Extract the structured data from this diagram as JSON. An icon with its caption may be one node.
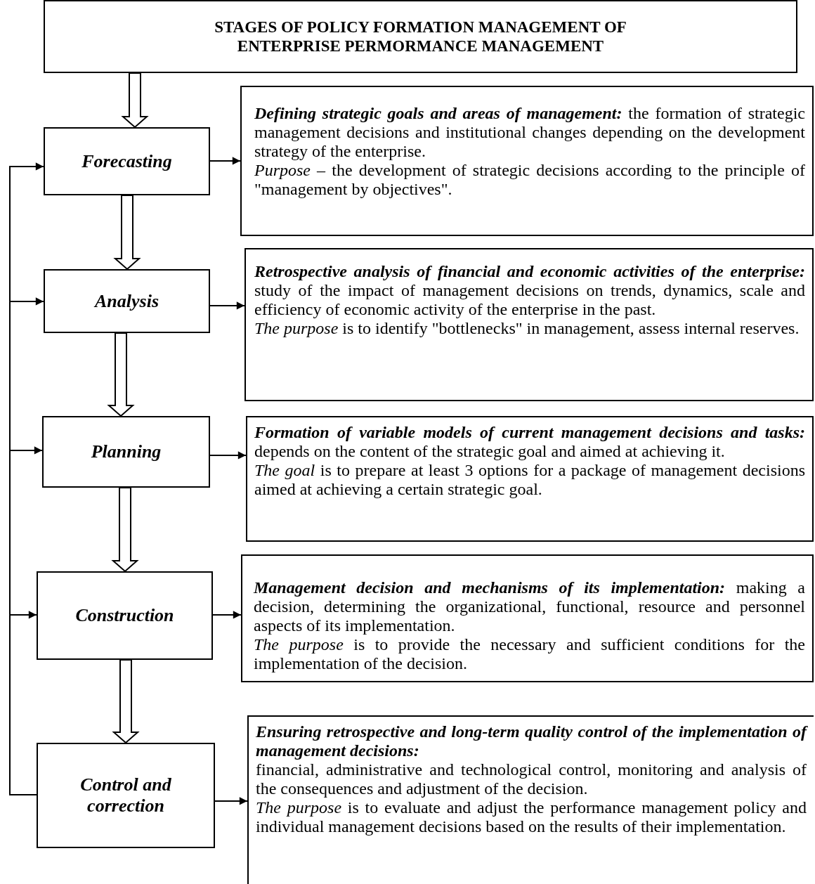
{
  "diagram": {
    "nodes": [
      {
        "text": [
          "STAGES OF POLICY FORMATION MANAGEMENT OF ENTERPRISE PERMORMANCE MANAGEMENT"
        ]
      },
      {
        "text": [
          "Forecasting"
        ]
      },
      {
        "text": [
          "**Defining strategic goals and areas of management:** the formation of strategic management decisions and institutional changes depending on the development strategy of the enterprise.",
          "*Purpose* – the development of strategic decisions according to the principle of \"management by objectives\"."
        ]
      },
      {
        "text": [
          "Analysis"
        ]
      },
      {
        "text": [
          "**Retrospective analysis of financial and economic activities of the enterprise:** study of the impact of management decisions on trends, dynamics, scale and efficiency of economic activity of the enterprise in the past.",
          "*The purpose* is to identify \"bottlenecks\" in management, assess internal reserves."
        ]
      },
      {
        "text": [
          "Planning"
        ]
      },
      {
        "text": [
          "**Formation of variable models of current management decisions and tasks:** depends on the content of the strategic goal and aimed at achieving it.",
          "*The goal* is to prepare at least 3 options for a package of management decisions aimed at achieving a certain strategic goal."
        ]
      },
      {
        "text": [
          "Construction"
        ]
      },
      {
        "text": [
          "**Management decision and mechanisms of its implementation:** making a decision, determining the organizational, functional, resource and personnel aspects of its implementation.",
          "*The purpose* is to provide the necessary and sufficient conditions for the implementation of the decision."
        ]
      },
      {
        "text": [
          "Control and correction"
        ]
      },
      {
        "text": [
          "Ensuring retrospective and long-term quality control of the implementation of management decisions:",
          "financial, administrative and technological control, monitoring and analysis of the consequences and adjustment of the decision.",
          "*The purpose* is to evaluate and adjust the performance management policy and individual management decisions based on the results of their implementation."
        ]
      }
    ],
    "edges": [
      {
        "from": 0,
        "to": 1,
        "arrow": "to",
        "style": "thick"
      },
      {
        "from": 1,
        "to": 3,
        "arrow": "to",
        "style": "thick"
      },
      {
        "from": 3,
        "to": 5,
        "arrow": "to",
        "style": "thick"
      },
      {
        "from": 5,
        "to": 7,
        "arrow": "to",
        "style": "thick"
      },
      {
        "from": 7,
        "to": 9,
        "arrow": "to",
        "style": "thick"
      },
      {
        "from": 1,
        "to": 2,
        "arrow": "to"
      },
      {
        "from": 3,
        "to": 4,
        "arrow": "to"
      },
      {
        "from": 5,
        "to": 6,
        "arrow": "to"
      },
      {
        "from": 7,
        "to": 8,
        "arrow": "to"
      },
      {
        "from": 9,
        "to": 10,
        "arrow": "to"
      },
      {
        "from": 9,
        "to": 1,
        "arrow": "to"
      },
      {
        "from": 9,
        "to": 3,
        "arrow": "to"
      },
      {
        "from": 9,
        "to": 5,
        "arrow": "to"
      },
      {
        "from": 9,
        "to": 7,
        "arrow": "to"
      }
    ]
  }
}
